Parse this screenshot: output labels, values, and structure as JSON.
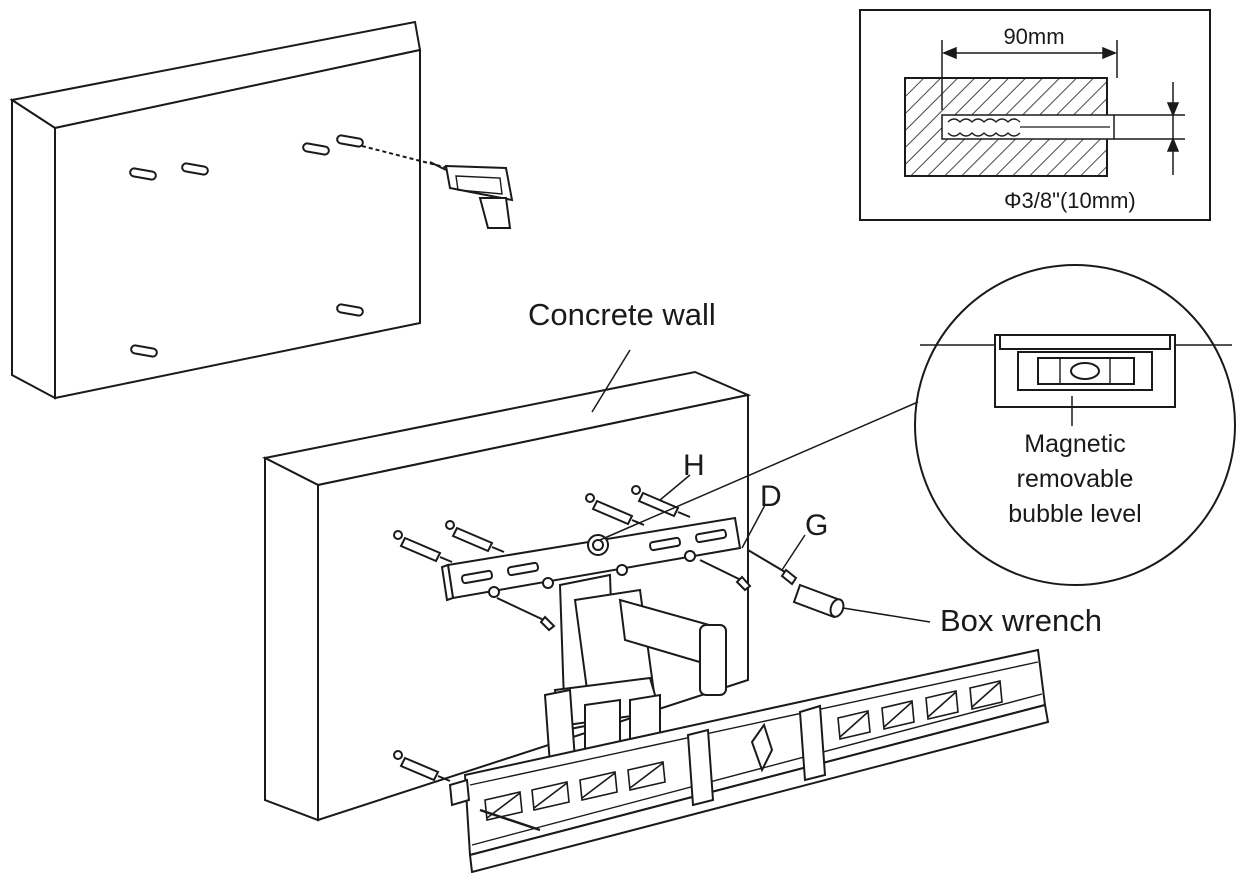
{
  "inset_dimensions": {
    "depth": "90mm",
    "diameter": "Φ3/8\"(10mm)"
  },
  "labels": {
    "concrete_wall": "Concrete wall",
    "bubble_level_line1": "Magnetic",
    "bubble_level_line2": "removable",
    "bubble_level_line3": "bubble level",
    "part_h": "H",
    "part_d": "D",
    "part_g": "G",
    "box_wrench": "Box wrench"
  }
}
